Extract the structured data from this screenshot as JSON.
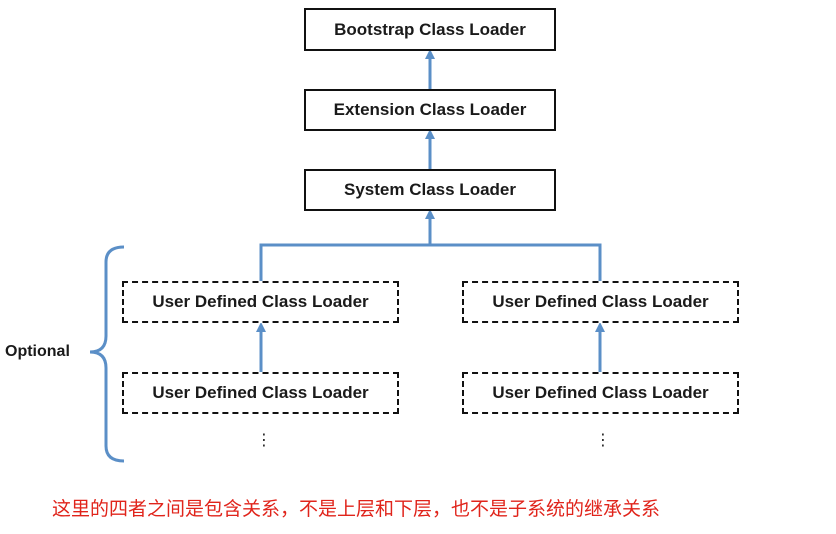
{
  "diagram": {
    "nodes": {
      "bootstrap": "Bootstrap Class Loader",
      "extension": "Extension Class Loader",
      "system": "System Class Loader",
      "user_left_top": "User Defined Class Loader",
      "user_left_bottom": "User Defined Class Loader",
      "user_right_top": "User Defined Class Loader",
      "user_right_bottom": "User Defined Class Loader"
    },
    "ellipsis": "⋮",
    "optional_label": "Optional",
    "colors": {
      "arrow": "#5b8fc7",
      "box_border": "#111111",
      "note": "#e0241b"
    },
    "edges": [
      {
        "from": "extension",
        "to": "bootstrap"
      },
      {
        "from": "system",
        "to": "extension"
      },
      {
        "from": "user_left_top",
        "to": "system"
      },
      {
        "from": "user_right_top",
        "to": "system"
      },
      {
        "from": "user_left_bottom",
        "to": "user_left_top"
      },
      {
        "from": "user_right_bottom",
        "to": "user_right_top"
      }
    ]
  },
  "note": "这里的四者之间是包含关系，不是上层和下层，也不是子系统的继承关系"
}
